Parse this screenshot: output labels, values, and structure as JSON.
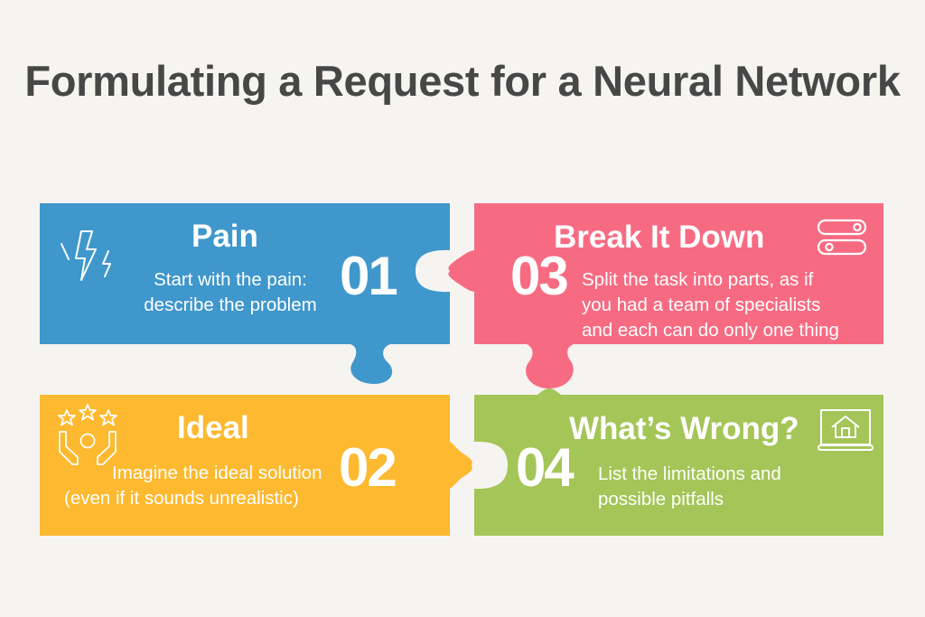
{
  "title": "Formulating a Request for a Neural Network",
  "colors": {
    "background": "#f6f4f1",
    "title": "#474747",
    "pain": "#3f97cc",
    "break_it_down": "#f76b82",
    "ideal": "#fdb92f",
    "whats_wrong": "#a4c557",
    "text": "#ffffff"
  },
  "steps": [
    {
      "id": "pain",
      "number": "01",
      "heading": "Pain",
      "description_lines": [
        "Start with the pain:",
        "describe the problem"
      ],
      "icon": "lightning-bolts-icon",
      "color": "#3f97cc"
    },
    {
      "id": "ideal",
      "number": "02",
      "heading": "Ideal",
      "description_lines": [
        "Imagine the ideal solution",
        "(even if it sounds unrealistic)"
      ],
      "icon": "stars-over-hands-icon",
      "color": "#fdb92f"
    },
    {
      "id": "break-it-down",
      "number": "03",
      "heading": "Break It Down",
      "description_lines": [
        "Split the task into parts, as if",
        "you had a team of specialists",
        "and each can do only one thing"
      ],
      "icon": "toggle-switches-icon",
      "color": "#f76b82"
    },
    {
      "id": "whats-wrong",
      "number": "04",
      "heading": "What’s Wrong?",
      "description_lines": [
        "List the limitations and",
        "possible pitfalls"
      ],
      "icon": "laptop-home-icon",
      "color": "#a4c557"
    }
  ]
}
